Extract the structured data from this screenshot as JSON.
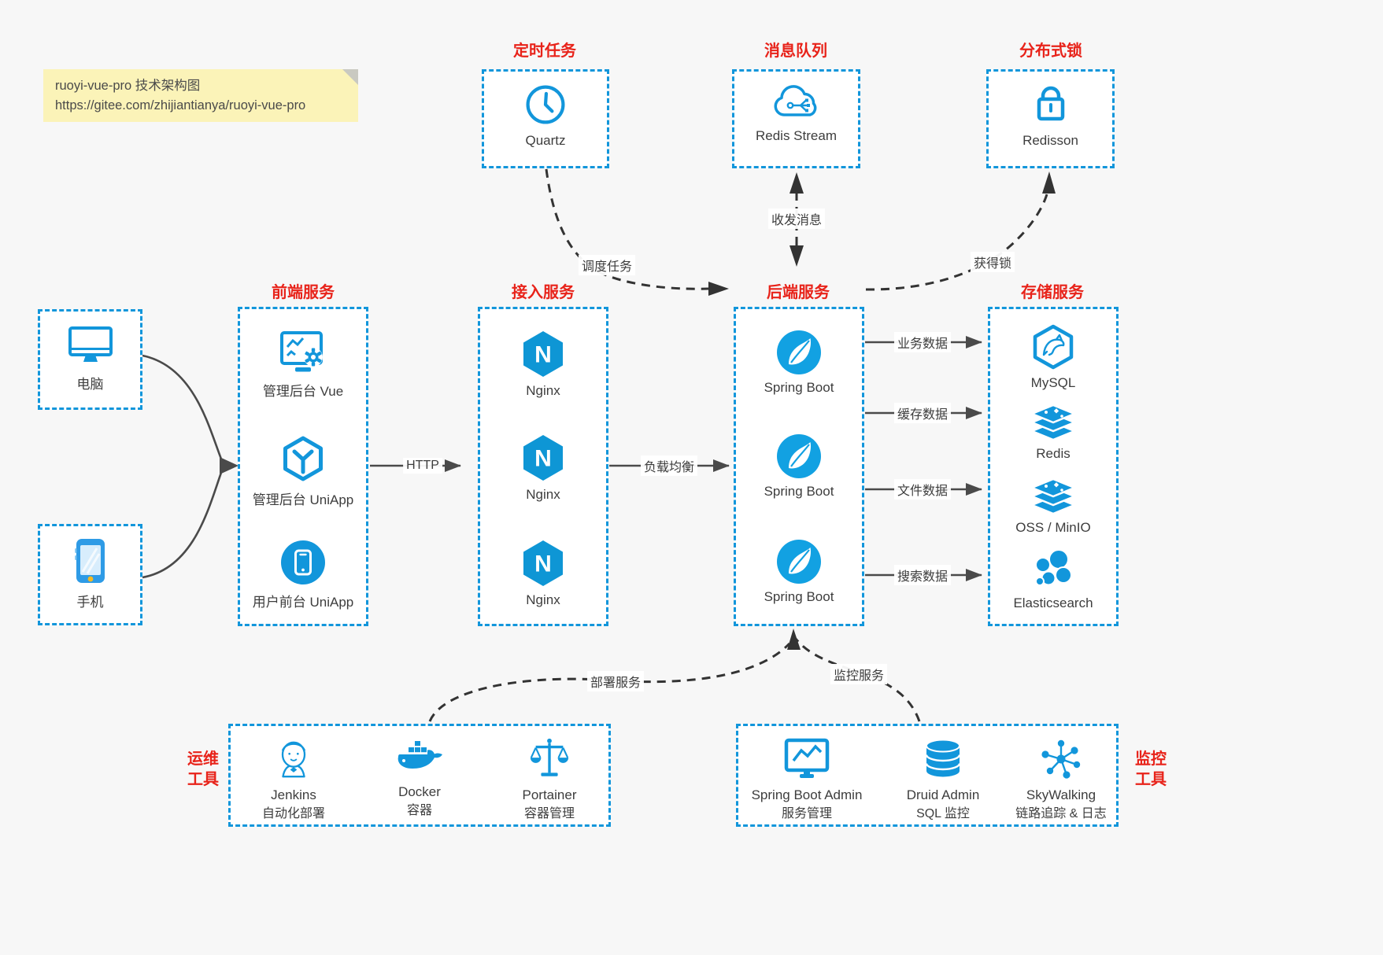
{
  "note": {
    "title": "ruoyi-vue-pro 技术架构图",
    "url": "https://gitee.com/zhijiantianya/ruoyi-vue-pro"
  },
  "top_groups": [
    {
      "title": "定时任务",
      "node": "Quartz",
      "icon": "clock-icon"
    },
    {
      "title": "消息队列",
      "node": "Redis Stream",
      "icon": "cloud-mq-icon"
    },
    {
      "title": "分布式锁",
      "node": "Redisson",
      "icon": "lock-icon"
    }
  ],
  "clients": [
    {
      "label": "电脑",
      "icon": "desktop-icon"
    },
    {
      "label": "手机",
      "icon": "smartphone-icon"
    }
  ],
  "columns": [
    {
      "title": "前端服务",
      "nodes": [
        "管理后台 Vue",
        "管理后台 UniApp",
        "用户前台 UniApp"
      ]
    },
    {
      "title": "接入服务",
      "nodes": [
        "Nginx",
        "Nginx",
        "Nginx"
      ]
    },
    {
      "title": "后端服务",
      "nodes": [
        "Spring Boot",
        "Spring Boot",
        "Spring Boot"
      ]
    },
    {
      "title": "存储服务",
      "nodes": [
        "MySQL",
        "Redis",
        "OSS / MinIO",
        "Elasticsearch"
      ]
    }
  ],
  "edge_labels": {
    "http": "HTTP",
    "load_balance": "负载均衡",
    "business": "业务数据",
    "cache": "缓存数据",
    "file": "文件数据",
    "search": "搜索数据",
    "schedule": "调度任务",
    "messaging": "收发消息",
    "lock": "获得锁",
    "deploy": "部署服务",
    "monitor": "监控服务"
  },
  "ops_tools": {
    "label_top": "运维",
    "label_bottom": "工具",
    "items": [
      {
        "name": "Jenkins",
        "desc": "自动化部署",
        "icon": "jenkins-icon"
      },
      {
        "name": "Docker",
        "desc": "容器",
        "icon": "docker-icon"
      },
      {
        "name": "Portainer",
        "desc": "容器管理",
        "icon": "portainer-icon"
      }
    ]
  },
  "monitor_tools": {
    "label_top": "监控",
    "label_bottom": "工具",
    "items": [
      {
        "name": "Spring Boot Admin",
        "desc": "服务管理",
        "icon": "admin-monitor-icon"
      },
      {
        "name": "Druid Admin",
        "desc": "SQL 监控",
        "icon": "database-icon"
      },
      {
        "name": "SkyWalking",
        "desc": "链路追踪 & 日志",
        "icon": "topology-icon"
      }
    ]
  },
  "colors": {
    "accent": "#1296db",
    "title_red": "#e8231a",
    "note_bg": "#fbf3b8",
    "arrow_solid": "#4a4a4a",
    "arrow_dashed": "#333333",
    "box_bg": "#ffffff",
    "page_bg": "#f7f7f7"
  }
}
